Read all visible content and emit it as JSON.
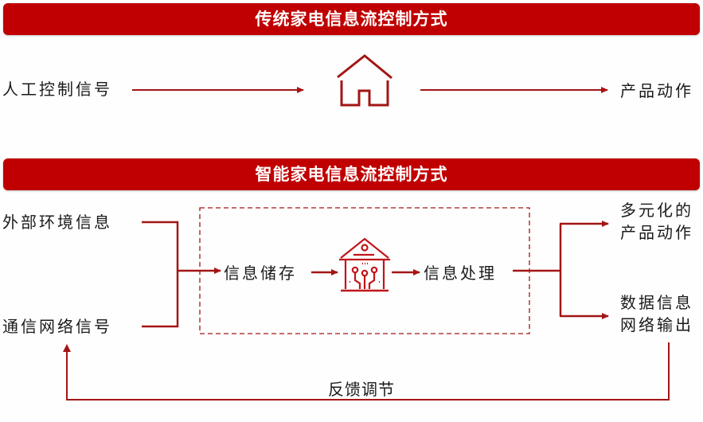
{
  "colors": {
    "accent": "#c00000",
    "line": "#a31515",
    "text": "#1a1a1a",
    "banner_text": "#ffffff"
  },
  "traditional": {
    "title": "传统家电信息流控制方式",
    "input_label": "人工控制信号",
    "center_icon": "house-icon",
    "output_label": "产品动作"
  },
  "smart": {
    "title": "智能家电信息流控制方式",
    "inputs": [
      {
        "label": "外部环境信息"
      },
      {
        "label": "通信网络信号"
      }
    ],
    "process": {
      "storage_label": "信息储存",
      "center_icon": "smart-house-circuit-icon",
      "processing_label": "信息处理"
    },
    "outputs": [
      {
        "line1": "多元化的",
        "line2": "产品动作"
      },
      {
        "line1": "数据信息",
        "line2": "网络输出"
      }
    ],
    "feedback_label": "反馈调节"
  }
}
